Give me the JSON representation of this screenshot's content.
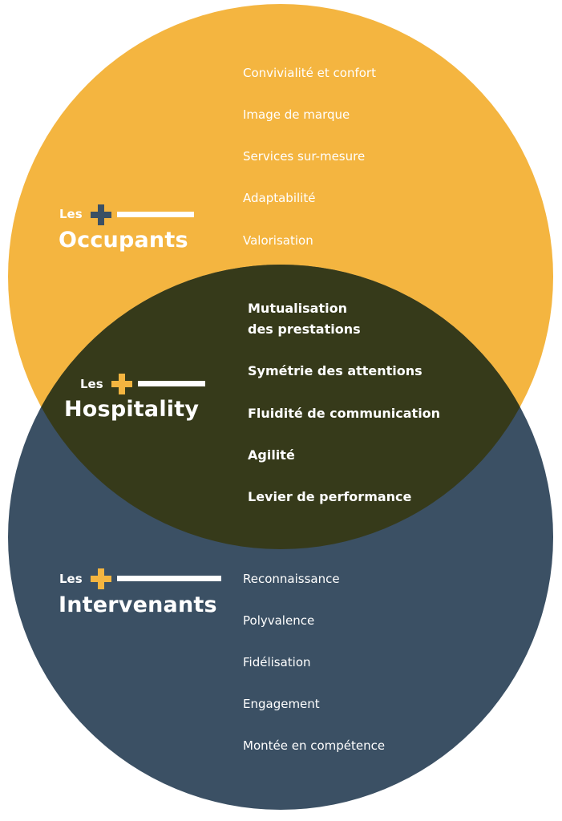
{
  "colors": {
    "occupants": "#F4B540",
    "intervenants": "#3B5064",
    "overlap": "#363A1A",
    "text": "#FFFFFF",
    "plus_occupants": "#3B5064",
    "plus_other": "#F4B540"
  },
  "groups": {
    "occupants": {
      "les": "Les",
      "title": "Occupants",
      "items": [
        "Convivialité et confort",
        "Image de marque",
        "Services sur-mesure",
        "Adaptabilité",
        "Valorisation"
      ]
    },
    "hospitality": {
      "les": "Les",
      "title": "Hospitality",
      "items": [
        "Mutualisation",
        "des prestations",
        "Symétrie des attentions",
        "Fluidité de communication",
        "Agilité",
        "Levier de performance"
      ]
    },
    "intervenants": {
      "les": "Les",
      "title": "Intervenants",
      "items": [
        "Reconnaissance",
        "Polyvalence",
        "Fidélisation",
        "Engagement",
        "Montée en compétence"
      ]
    }
  }
}
